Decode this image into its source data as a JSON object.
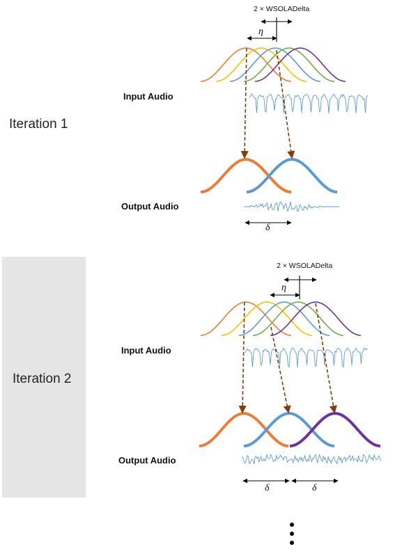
{
  "colors": {
    "orange": "#ed7d31",
    "yellow": "#ffc000",
    "green": "#70ad47",
    "blue": "#5b9bd5",
    "purple": "#7030a0",
    "arrow_brown": "#843c0c",
    "band_gray": "#e5e5e5"
  },
  "iteration1": {
    "label": "Iteration 1",
    "input_label": "Input Audio",
    "output_label": "Output Audio",
    "delta_label": "2 × WSOLADelta",
    "eta": "η",
    "delta": "δ"
  },
  "iteration2": {
    "label": "Iteration 2",
    "input_label": "Input Audio",
    "output_label": "Output Audio",
    "delta_label": "2 × WSOLADelta",
    "eta": "η",
    "delta_1": "δ",
    "delta_2": "δ"
  }
}
